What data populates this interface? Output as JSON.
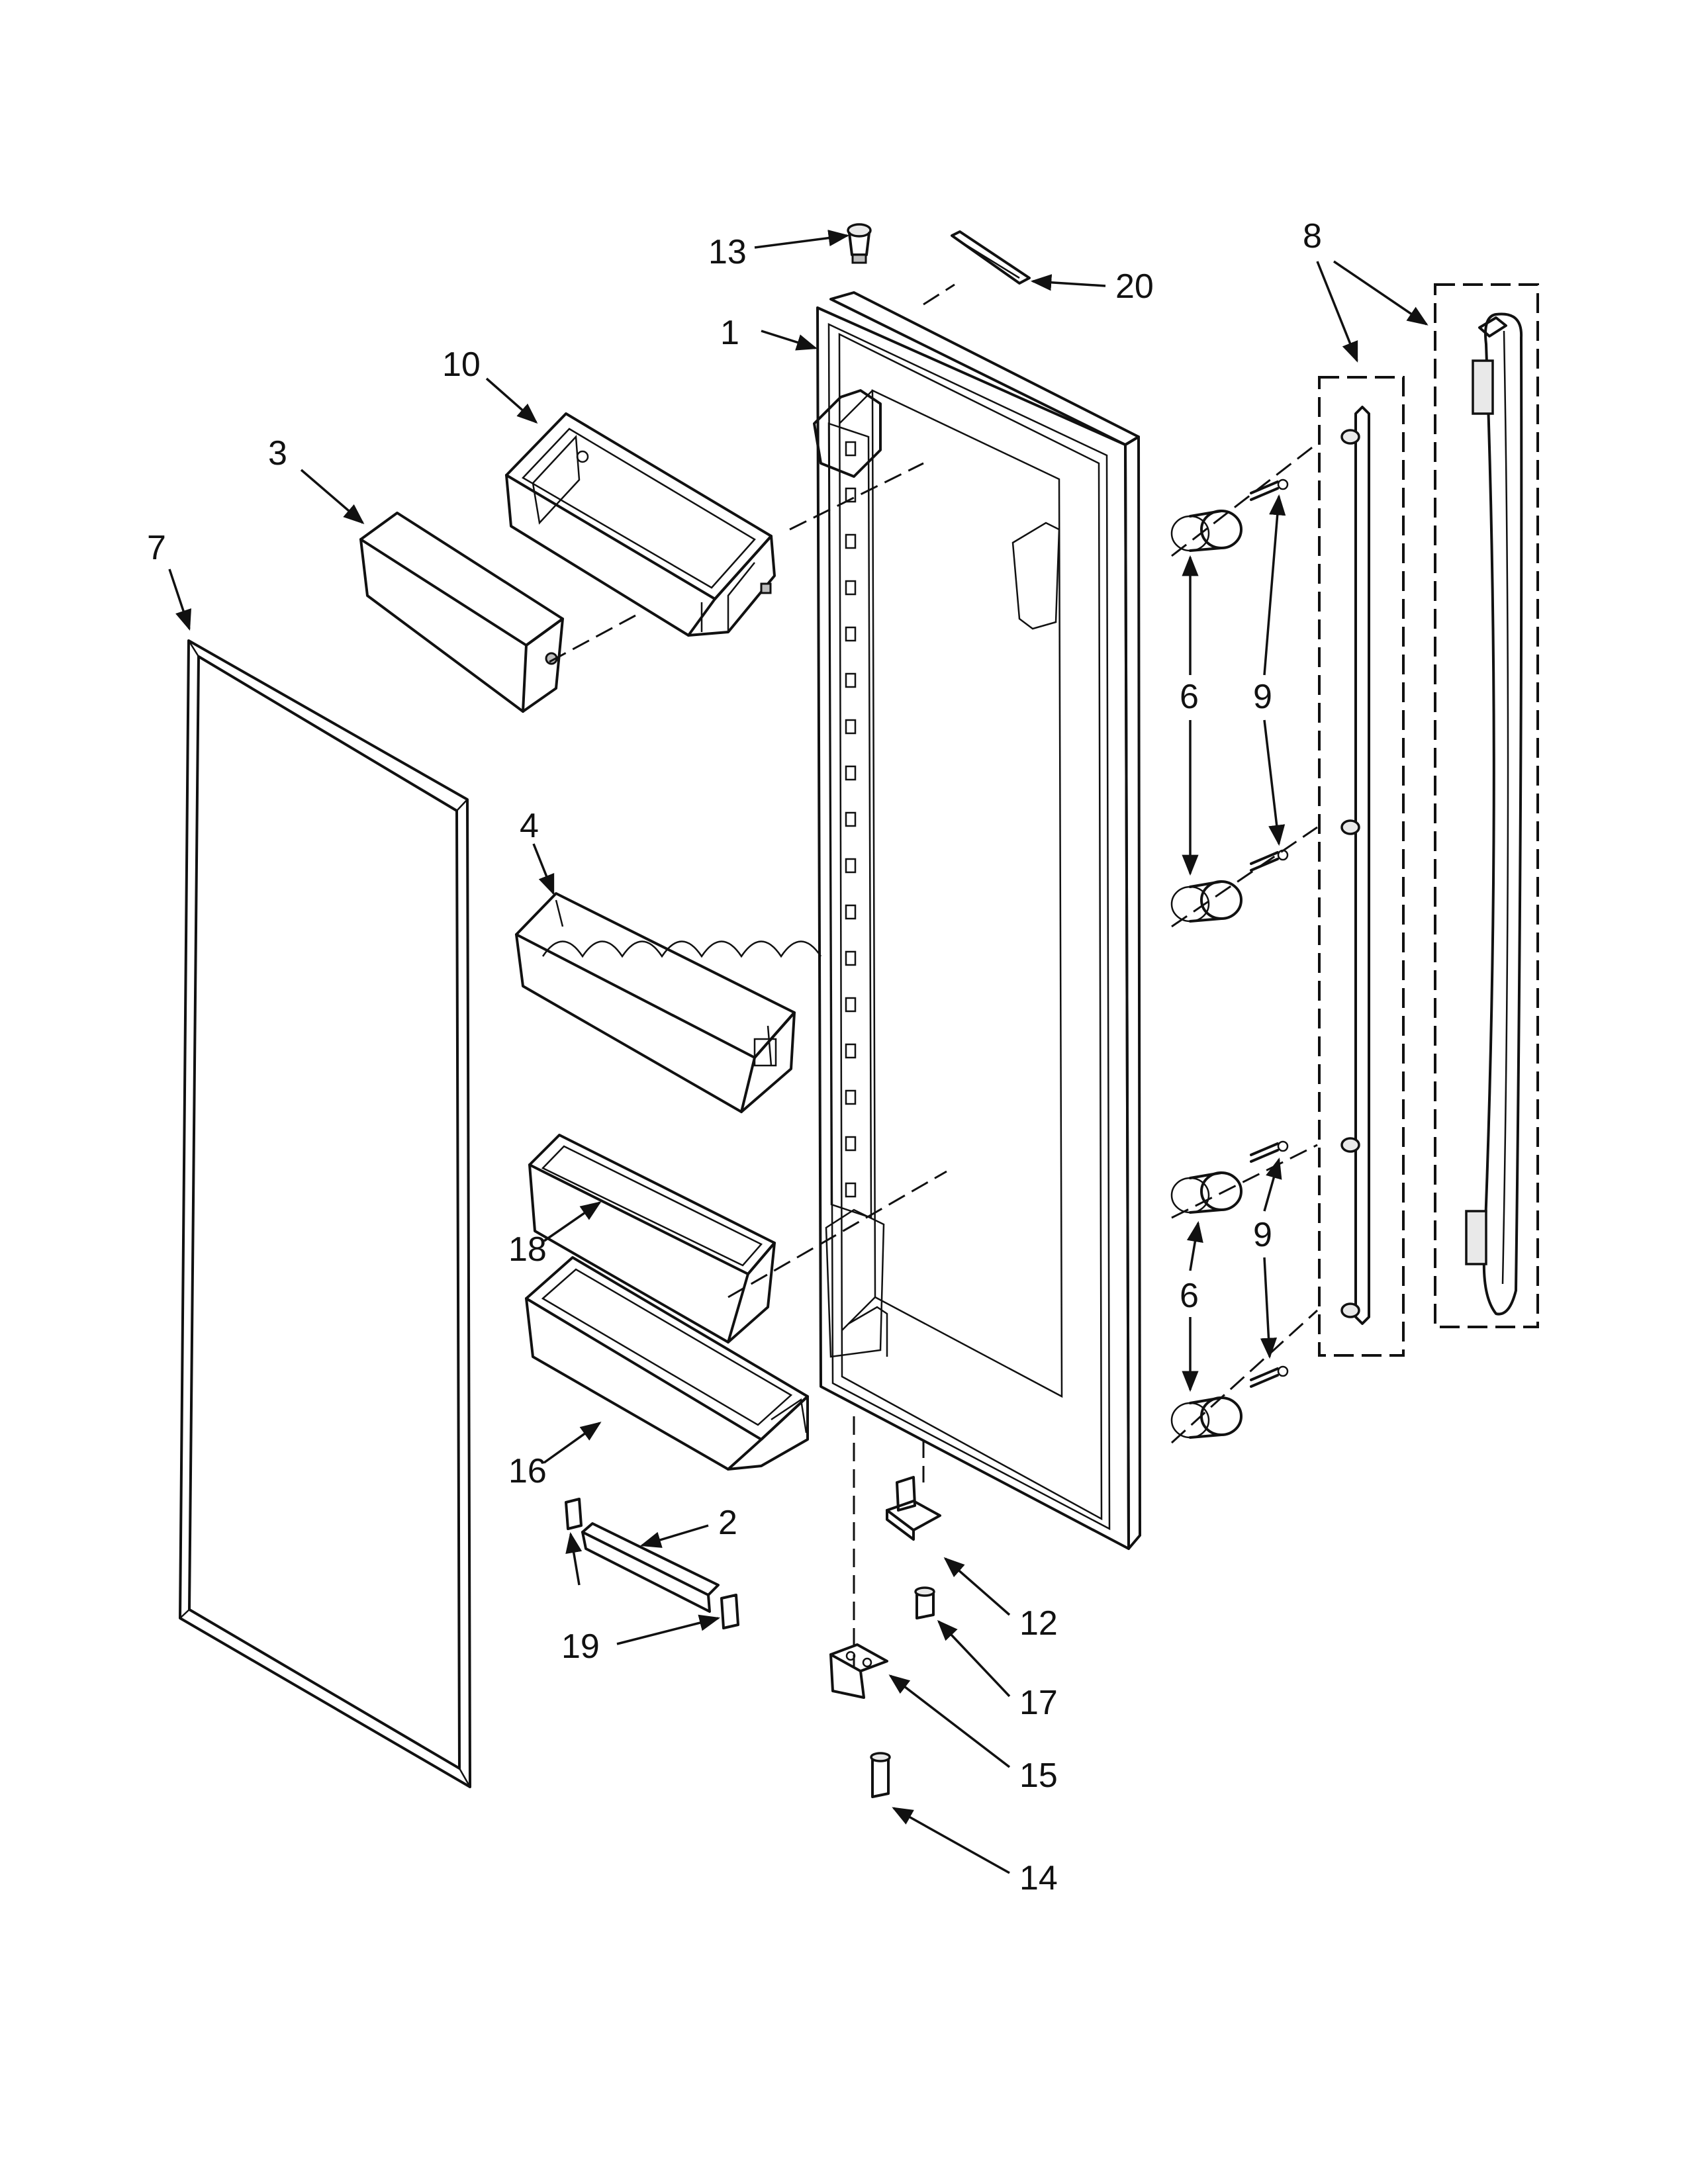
{
  "diagram": {
    "callouts": [
      {
        "id": "c1",
        "text": "1"
      },
      {
        "id": "c2",
        "text": "2"
      },
      {
        "id": "c3",
        "text": "3"
      },
      {
        "id": "c4",
        "text": "4"
      },
      {
        "id": "c6a",
        "text": "6"
      },
      {
        "id": "c6b",
        "text": "6"
      },
      {
        "id": "c7",
        "text": "7"
      },
      {
        "id": "c8",
        "text": "8"
      },
      {
        "id": "c9a",
        "text": "9"
      },
      {
        "id": "c9b",
        "text": "9"
      },
      {
        "id": "c10",
        "text": "10"
      },
      {
        "id": "c12",
        "text": "12"
      },
      {
        "id": "c13",
        "text": "13"
      },
      {
        "id": "c14",
        "text": "14"
      },
      {
        "id": "c15",
        "text": "15"
      },
      {
        "id": "c16",
        "text": "16"
      },
      {
        "id": "c17",
        "text": "17"
      },
      {
        "id": "c18",
        "text": "18"
      },
      {
        "id": "c19",
        "text": "19"
      },
      {
        "id": "c20",
        "text": "20"
      }
    ]
  }
}
